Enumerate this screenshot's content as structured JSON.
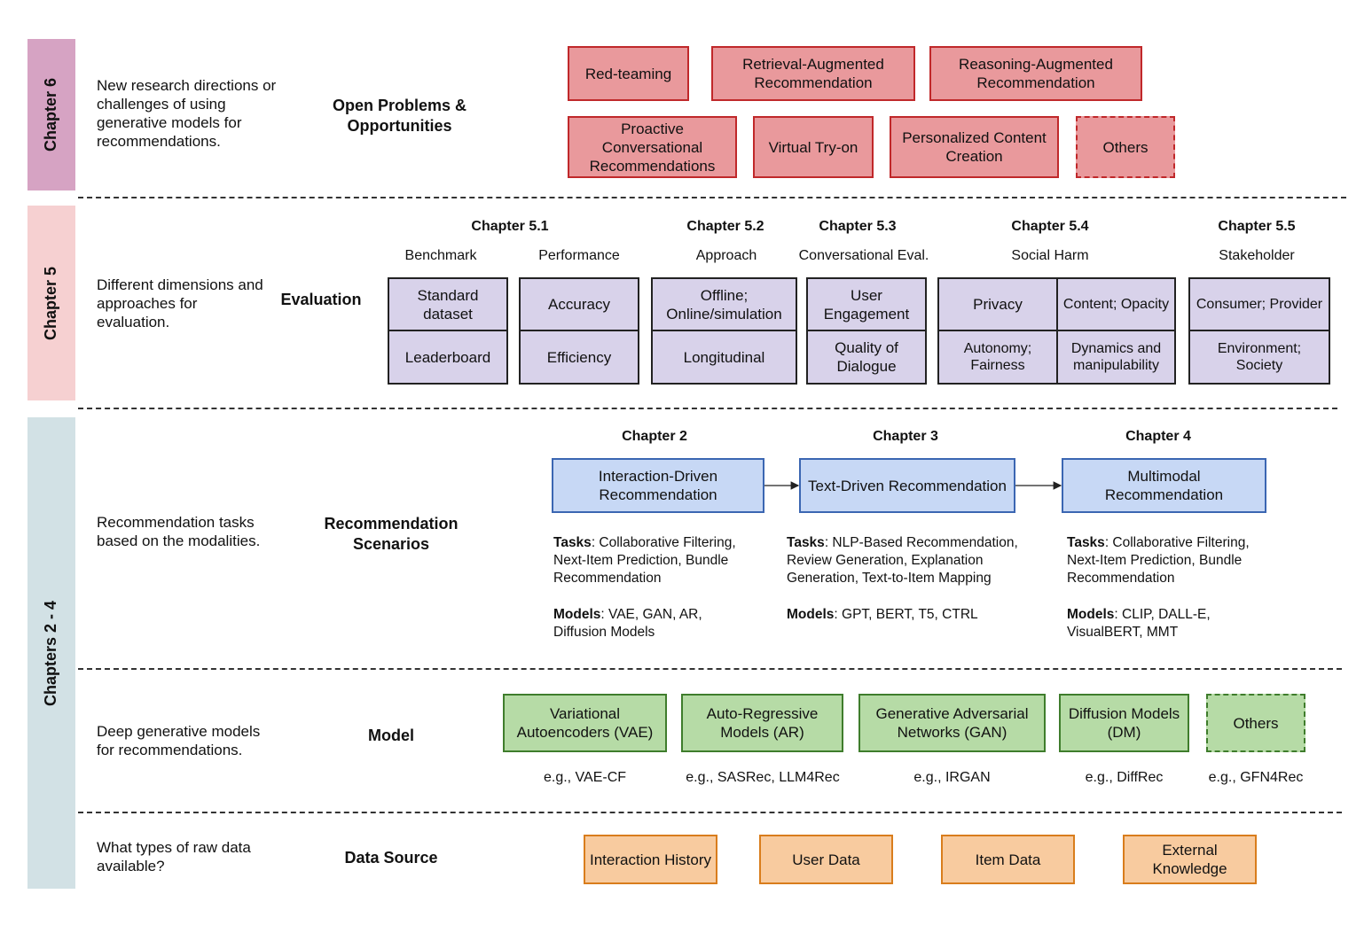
{
  "bands": {
    "ch6": "Chapter 6",
    "ch5": "Chapter 5",
    "ch24": "Chapters 2 - 4"
  },
  "open_problems": {
    "desc": "New research directions or challenges of using generative models for recommendations.",
    "title": "Open Problems & Opportunities",
    "items": [
      "Red-teaming",
      "Retrieval-Augmented Recommendation",
      "Reasoning-Augmented Recommendation",
      "Proactive Conversational Recommendations",
      "Virtual Try-on",
      "Personalized Content Creation",
      "Others"
    ]
  },
  "evaluation": {
    "desc": "Different dimensions and approaches for evaluation.",
    "title": "Evaluation",
    "groups": [
      {
        "chapter": "Chapter 5.1",
        "label": "Benchmark",
        "cells": [
          "Standard dataset",
          "Leaderboard"
        ]
      },
      {
        "chapter": "",
        "label": "Performance",
        "cells": [
          "Accuracy",
          "Efficiency"
        ]
      },
      {
        "chapter": "Chapter 5.2",
        "label": "Approach",
        "cells": [
          "Offline; Online/simulation",
          "Longitudinal"
        ]
      },
      {
        "chapter": "Chapter 5.3",
        "label": "Conversational Eval.",
        "cells": [
          "User Engagement",
          "Quality of Dialogue"
        ]
      },
      {
        "chapter": "Chapter 5.4",
        "label": "Social Harm",
        "cells": [
          "Privacy",
          "Content; Opacity",
          "Autonomy; Fairness",
          "Dynamics and manipulability"
        ]
      },
      {
        "chapter": "Chapter 5.5",
        "label": "Stakeholder",
        "cells": [
          "Consumer; Provider",
          "Environment; Society"
        ]
      }
    ]
  },
  "scenarios": {
    "desc": "Recommendation tasks based on the modalities.",
    "title": "Recommendation Scenarios",
    "columns": [
      {
        "chapter": "Chapter 2",
        "box": "Interaction-Driven Recommendation",
        "tasks_label": "Tasks",
        "tasks": ": Collaborative Filtering, Next-Item Prediction, Bundle Recommendation",
        "models_label": "Models",
        "models": ": VAE, GAN, AR, Diffusion Models"
      },
      {
        "chapter": "Chapter 3",
        "box": "Text-Driven Recommendation",
        "tasks_label": "Tasks",
        "tasks": ": NLP-Based Recommendation, Review Generation, Explanation Generation, Text-to-Item Mapping",
        "models_label": "Models",
        "models": ": GPT, BERT, T5, CTRL"
      },
      {
        "chapter": "Chapter 4",
        "box": "Multimodal Recommendation",
        "tasks_label": "Tasks",
        "tasks": ": Collaborative Filtering, Next-Item Prediction, Bundle Recommendation",
        "models_label": "Models",
        "models": ": CLIP, DALL-E, VisualBERT, MMT"
      }
    ]
  },
  "model": {
    "desc": "Deep generative models for recommendations.",
    "title": "Model",
    "items": [
      {
        "name": "Variational Autoencoders (VAE)",
        "eg": "e.g., VAE-CF"
      },
      {
        "name": "Auto-Regressive Models (AR)",
        "eg": "e.g., SASRec, LLM4Rec"
      },
      {
        "name": "Generative Adversarial Networks (GAN)",
        "eg": "e.g., IRGAN"
      },
      {
        "name": "Diffusion Models (DM)",
        "eg": "e.g., DiffRec"
      },
      {
        "name": "Others",
        "eg": "e.g., GFN4Rec"
      }
    ]
  },
  "data_source": {
    "desc": "What types of raw data available?",
    "title": "Data Source",
    "items": [
      "Interaction History",
      "User Data",
      "Item Data",
      "External Knowledge"
    ]
  },
  "colors": {
    "open_problems": "#e9999c",
    "evaluation": "#d8d2ea",
    "scenarios": "#c7d8f5",
    "model": "#b6dba6",
    "data_source": "#f8cb9f",
    "band_ch6": "#d6a3c3",
    "band_ch5": "#f6d0d1",
    "band_ch24": "#d2e1e5"
  }
}
